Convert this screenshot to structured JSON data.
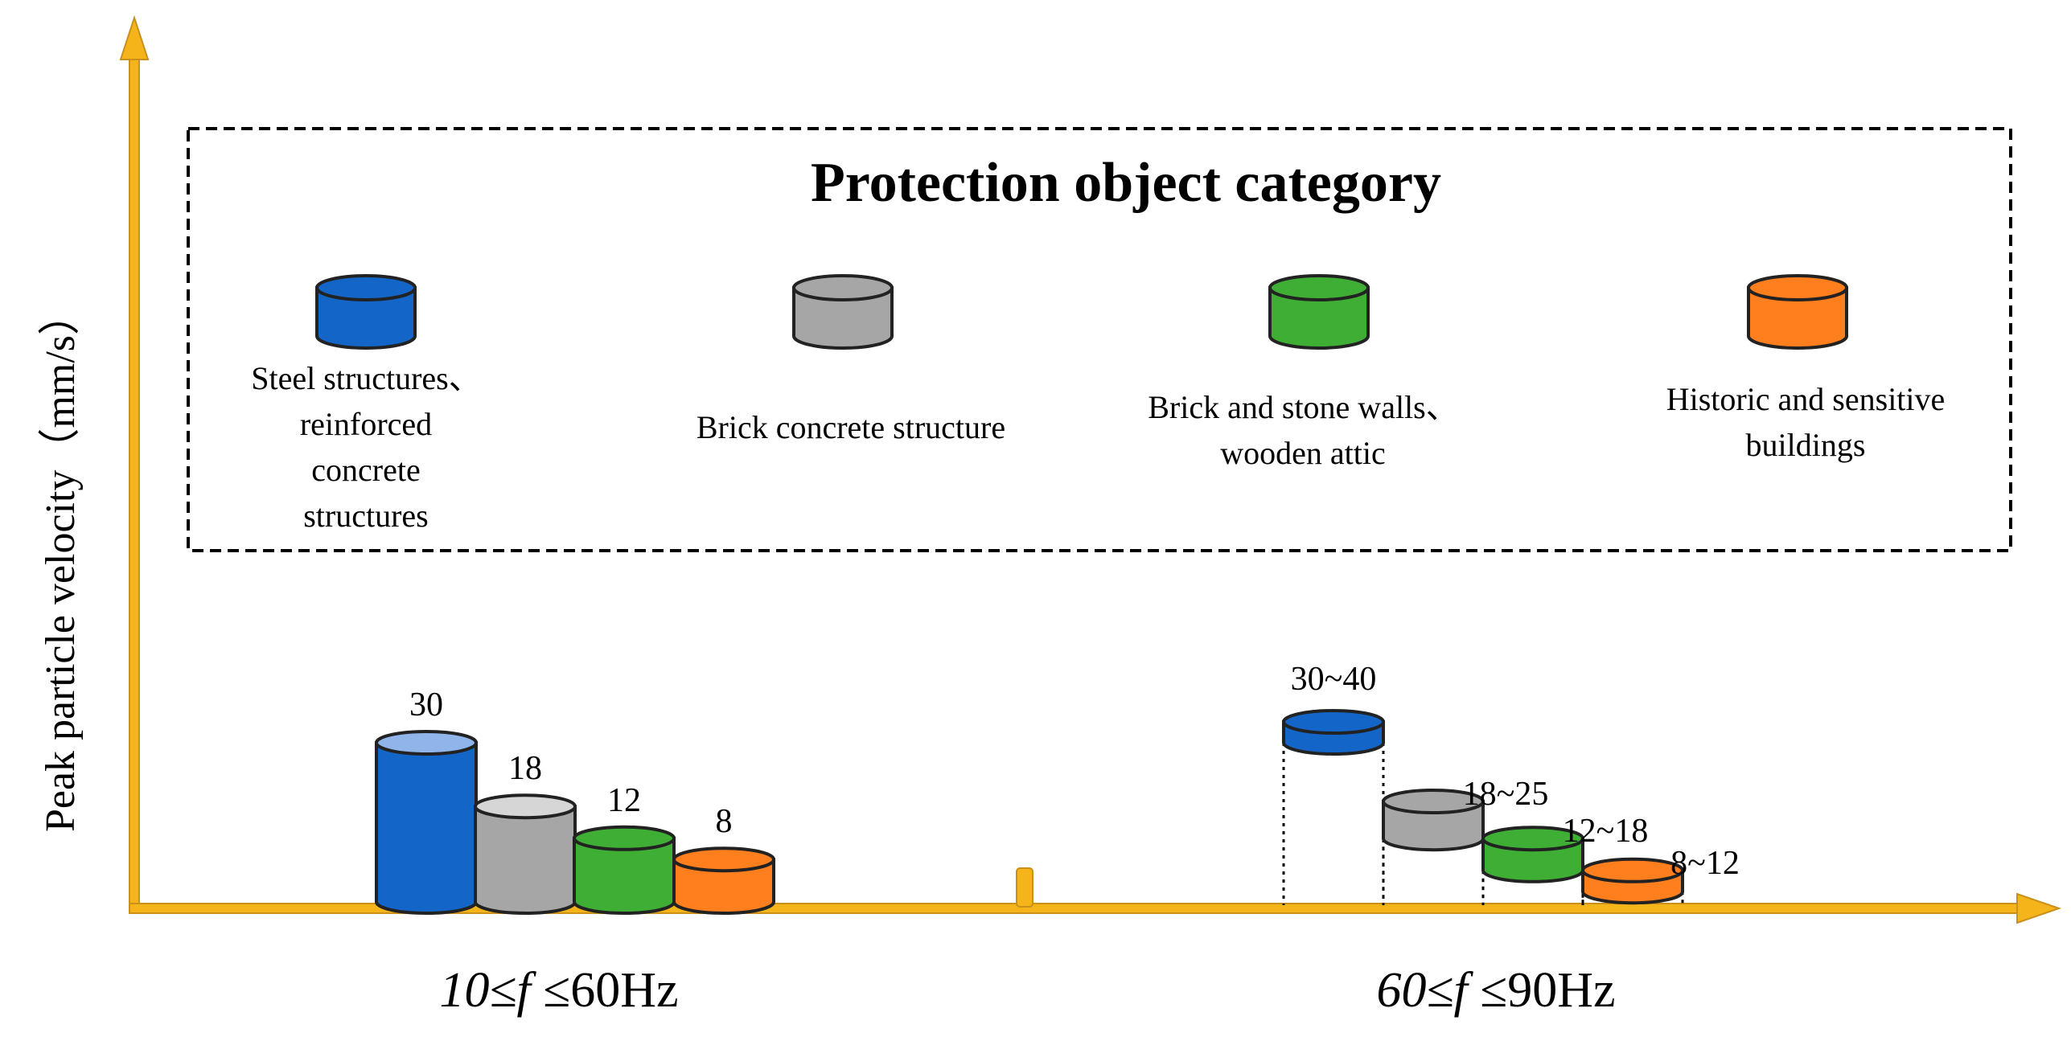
{
  "y_axis_label": "Peak particle velocity（mm/s）",
  "legend": {
    "title": "Protection object category",
    "items": [
      {
        "lines": [
          "Steel structures、",
          "reinforced",
          "concrete",
          "structures"
        ],
        "color": "#1366C8",
        "top_color": "#1366C8"
      },
      {
        "lines": [
          "Brick concrete structure"
        ],
        "color": "#A6A6A6",
        "top_color": "#A6A6A6"
      },
      {
        "lines": [
          "Brick and stone walls、",
          "wooden attic"
        ],
        "color": "#3FAE35",
        "top_color": "#3FAE35"
      },
      {
        "lines": [
          "Historic and sensitive",
          "buildings"
        ],
        "color": "#FF7F1E",
        "top_color": "#FF7F1E"
      }
    ]
  },
  "chart_data": {
    "type": "bar",
    "groups": [
      {
        "label_parts": [
          "10≤",
          "f",
          " ≤60Hz"
        ],
        "bars": [
          {
            "category": 0,
            "value": 30,
            "label": "30",
            "color": "#1366C8",
            "top_color": "#8FB5EA"
          },
          {
            "category": 1,
            "value": 18,
            "label": "18",
            "color": "#A6A6A6",
            "top_color": "#D6D6D6"
          },
          {
            "category": 2,
            "value": 12,
            "label": "12",
            "color": "#3FAE35",
            "top_color": "#3FAE35"
          },
          {
            "category": 3,
            "value": 8,
            "label": "8",
            "color": "#FF7F1E",
            "top_color": "#FF7F1E"
          }
        ]
      },
      {
        "label_parts": [
          "60≤",
          "f",
          " ≤90Hz"
        ],
        "bars": [
          {
            "category": 0,
            "range": [
              30,
              40
            ],
            "label": "30~40",
            "color": "#1366C8",
            "top_color": "#1366C8"
          },
          {
            "category": 1,
            "range": [
              18,
              25
            ],
            "label": "18~25",
            "color": "#A6A6A6",
            "top_color": "#A6A6A6"
          },
          {
            "category": 2,
            "range": [
              12,
              18
            ],
            "label": "12~18",
            "color": "#3FAE35",
            "top_color": "#3FAE35"
          },
          {
            "category": 3,
            "range": [
              8,
              12
            ],
            "label": "8~12",
            "color": "#FF7F1E",
            "top_color": "#FF7F1E"
          }
        ]
      }
    ],
    "axis_color": "#F5B41A",
    "axis_stroke_color": "#C9901A"
  }
}
